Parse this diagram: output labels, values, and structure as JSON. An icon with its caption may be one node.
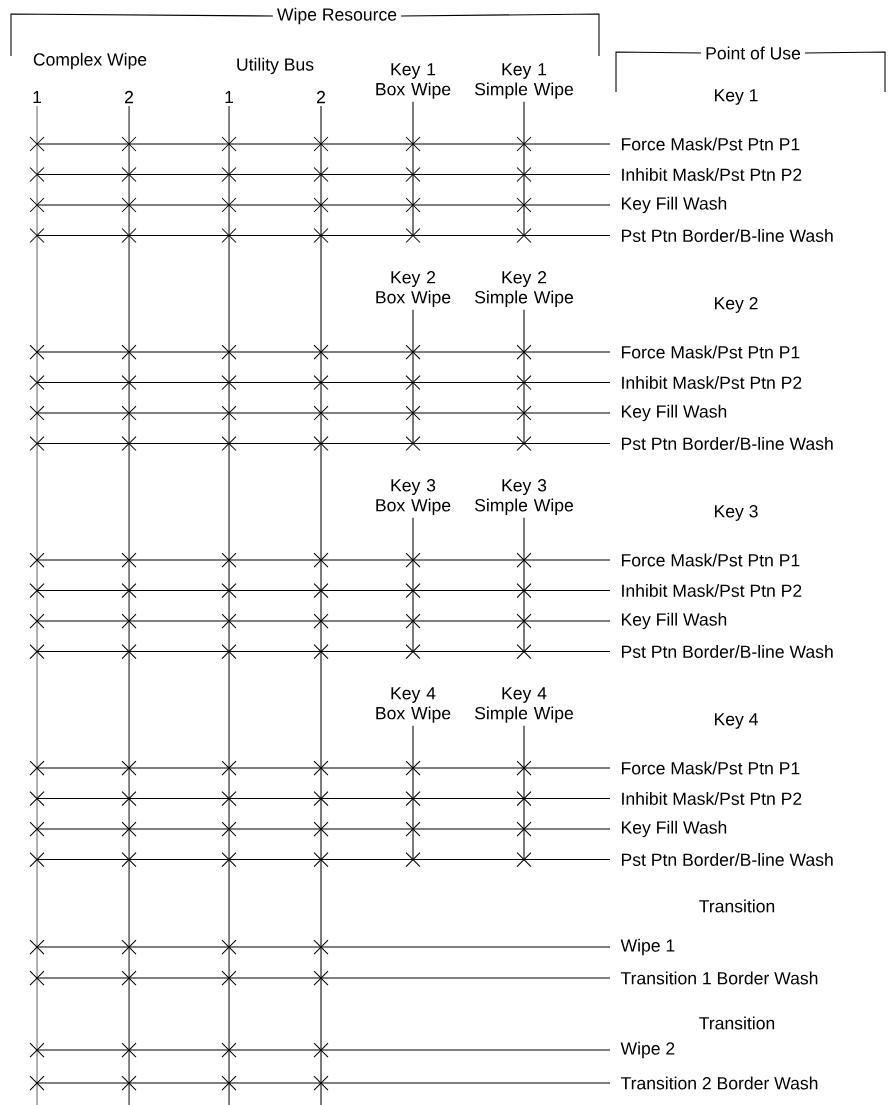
{
  "diagram": {
    "nodes": [
      {
        "text": [
          "1"
        ]
      },
      {
        "text": [
          "2"
        ]
      },
      {
        "text": [
          "1"
        ]
      },
      {
        "text": [
          "2"
        ]
      },
      {
        "text": [
          "Key 1 Box Wipe"
        ]
      },
      {
        "text": [
          "Key 1 Simple Wipe"
        ]
      },
      {
        "text": [
          "Key 2 Box Wipe"
        ]
      },
      {
        "text": [
          "Key 2 Simple Wipe"
        ]
      },
      {
        "text": [
          "Key 3 Box Wipe"
        ]
      },
      {
        "text": [
          "Key 3 Simple Wipe"
        ]
      },
      {
        "text": [
          "Key 4 Box Wipe"
        ]
      },
      {
        "text": [
          "Key 4 Simple Wipe"
        ]
      },
      {
        "text": [
          "Force Mask/Pst Ptn P1"
        ]
      },
      {
        "text": [
          "Inhibit Mask/Pst Ptn P2"
        ]
      },
      {
        "text": [
          "Key Fill Wash"
        ]
      },
      {
        "text": [
          "Pst Ptn Border/B-line Wash"
        ]
      },
      {
        "text": [
          "Force Mask/Pst Ptn P1"
        ]
      },
      {
        "text": [
          "Inhibit Mask/Pst Ptn P2"
        ]
      },
      {
        "text": [
          "Key Fill Wash"
        ]
      },
      {
        "text": [
          "Pst Ptn Border/B-line Wash"
        ]
      },
      {
        "text": [
          "Force Mask/Pst Ptn P1"
        ]
      },
      {
        "text": [
          "Inhibit Mask/Pst Ptn P2"
        ]
      },
      {
        "text": [
          "Key Fill Wash"
        ]
      },
      {
        "text": [
          "Pst Ptn Border/B-line Wash"
        ]
      },
      {
        "text": [
          "Force Mask/Pst Ptn P1"
        ]
      },
      {
        "text": [
          "Inhibit Mask/Pst Ptn P2"
        ]
      },
      {
        "text": [
          "Key Fill Wash"
        ]
      },
      {
        "text": [
          "Pst Ptn Border/B-line Wash"
        ]
      },
      {
        "text": [
          "Wipe 1"
        ]
      },
      {
        "text": [
          "Transition 1 Border Wash"
        ]
      },
      {
        "text": [
          "Wipe 2"
        ]
      },
      {
        "text": [
          "Transition 2 Border Wash"
        ]
      }
    ],
    "edges": [
      {
        "from": 0,
        "to": null,
        "arrow": "none"
      },
      {
        "from": 1,
        "to": null,
        "arrow": "none"
      },
      {
        "from": 2,
        "to": null,
        "arrow": "none"
      },
      {
        "from": 3,
        "to": null,
        "arrow": "none"
      },
      {
        "from": 4,
        "to": null,
        "arrow": "none"
      },
      {
        "from": 5,
        "to": null,
        "arrow": "none"
      },
      {
        "from": 6,
        "to": null,
        "arrow": "none"
      },
      {
        "from": 7,
        "to": null,
        "arrow": "none"
      },
      {
        "from": 8,
        "to": null,
        "arrow": "none"
      },
      {
        "from": 9,
        "to": null,
        "arrow": "none"
      },
      {
        "from": 10,
        "to": null,
        "arrow": "none"
      },
      {
        "from": 11,
        "to": null,
        "arrow": "none"
      },
      {
        "from": null,
        "to": 12,
        "arrow": "none"
      },
      {
        "from": null,
        "to": 13,
        "arrow": "none"
      },
      {
        "from": null,
        "to": 14,
        "arrow": "none"
      },
      {
        "from": null,
        "to": 15,
        "arrow": "none"
      },
      {
        "from": null,
        "to": 16,
        "arrow": "none"
      },
      {
        "from": null,
        "to": 17,
        "arrow": "none"
      },
      {
        "from": null,
        "to": 18,
        "arrow": "none"
      },
      {
        "from": null,
        "to": 19,
        "arrow": "none"
      },
      {
        "from": null,
        "to": 20,
        "arrow": "none"
      },
      {
        "from": null,
        "to": 21,
        "arrow": "none"
      },
      {
        "from": null,
        "to": 22,
        "arrow": "none"
      },
      {
        "from": null,
        "to": 23,
        "arrow": "none"
      },
      {
        "from": null,
        "to": 24,
        "arrow": "none"
      },
      {
        "from": null,
        "to": 25,
        "arrow": "none"
      },
      {
        "from": null,
        "to": 26,
        "arrow": "none"
      },
      {
        "from": null,
        "to": 27,
        "arrow": "none"
      },
      {
        "from": null,
        "to": 28,
        "arrow": "none"
      },
      {
        "from": null,
        "to": 29,
        "arrow": "none"
      },
      {
        "from": null,
        "to": 30,
        "arrow": "none"
      },
      {
        "from": null,
        "to": 31,
        "arrow": "none"
      }
    ],
    "labels": [
      "Wipe Resource",
      "Complex Wipe",
      "Utility Bus",
      "Point of Use",
      "Key 1",
      "Key 2",
      "Key 3",
      "Key 4",
      "Transition",
      "Transition"
    ]
  }
}
